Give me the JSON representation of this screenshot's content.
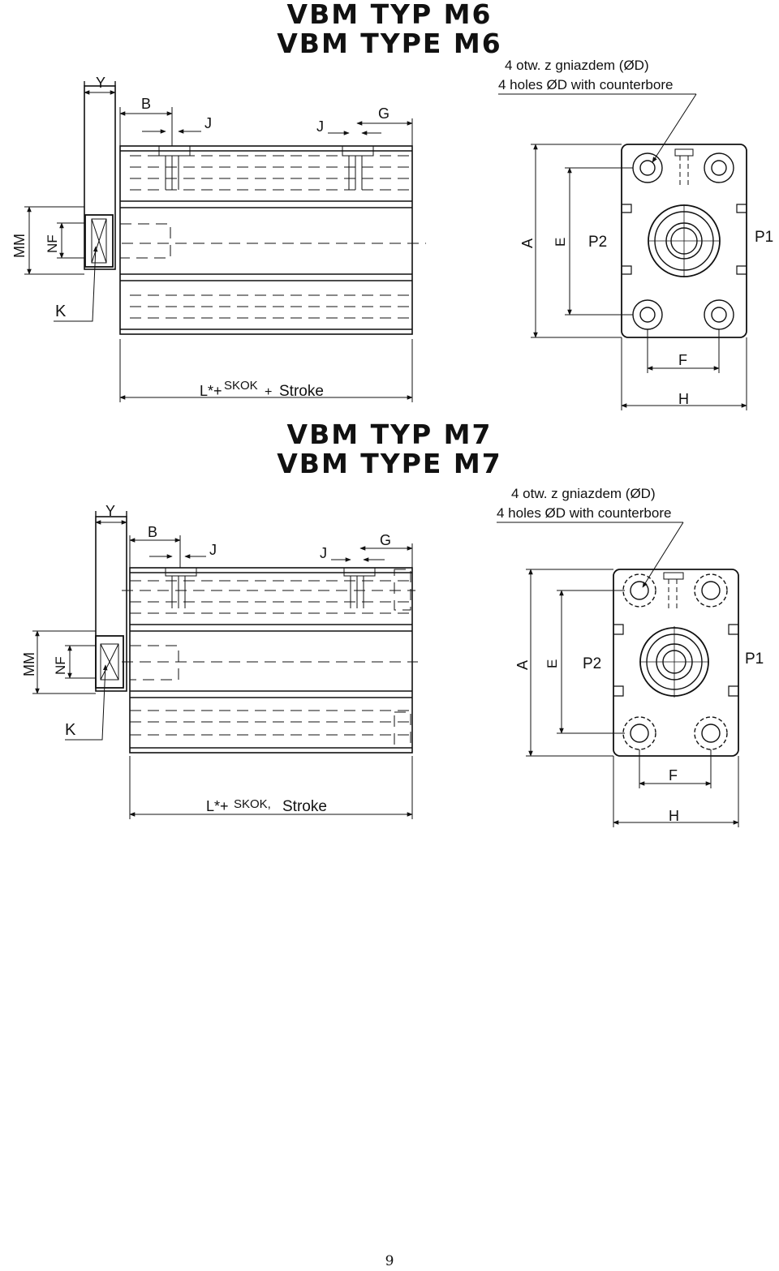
{
  "sections": [
    {
      "title_pl": "VBM TYP M6",
      "title_en": "VBM TYPE M6",
      "note_pl": "4 otw. z gniazdem (ØD)",
      "note_en": "4 holes ØD with counterbore",
      "labels": {
        "y": "Y",
        "b": "B",
        "j": "J",
        "g": "G",
        "mm": "MM",
        "nf": "NF",
        "k": "K",
        "a": "A",
        "e": "E",
        "p2": "P2",
        "p1": "P1",
        "f": "F",
        "h": "H",
        "l": "L*+",
        "skok": "SKOK",
        "plus": "+",
        "stroke": "Stroke"
      }
    },
    {
      "title_pl": "VBM TYP M7",
      "title_en": "VBM TYPE M7",
      "note_pl": "4 otw. z gniazdem (ØD)",
      "note_en": "4 holes ØD with counterbore",
      "labels": {
        "y": "Y",
        "b": "B",
        "j": "J",
        "g": "G",
        "mm": "MM",
        "nf": "NF",
        "k": "K",
        "a": "A",
        "e": "E",
        "p2": "P2",
        "p1": "P1",
        "f": "F",
        "h": "H",
        "l": "L*+",
        "skok": "SKOK,",
        "plus": "",
        "stroke": "Stroke"
      }
    }
  ],
  "page_number": "9"
}
